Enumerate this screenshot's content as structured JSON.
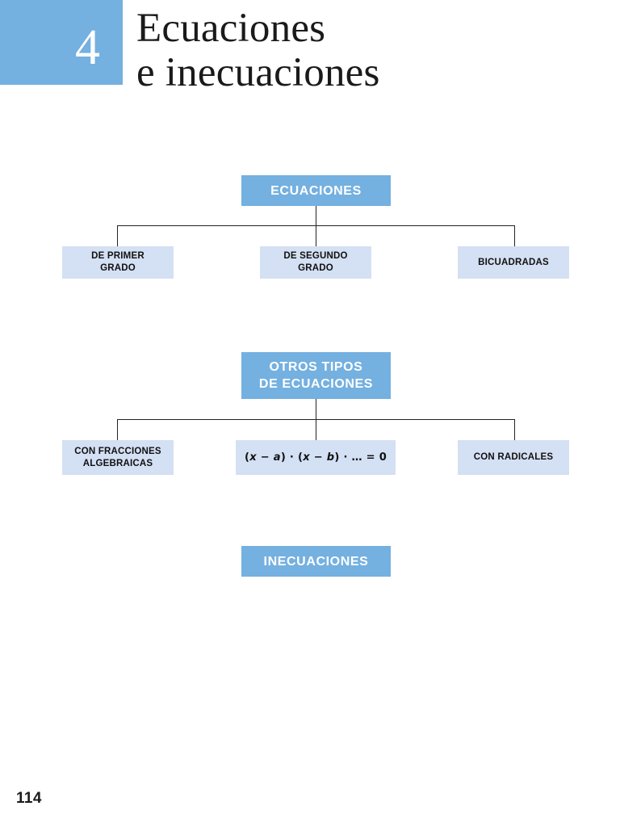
{
  "page": {
    "number": "114",
    "colors": {
      "header_blue": "#74b0e0",
      "leaf_blue": "#d4e0f3",
      "text_dark": "#111111",
      "connector": "#222222"
    }
  },
  "header": {
    "chapter_number": "4",
    "title_line1": "Ecuaciones",
    "title_line2": "e inecuaciones",
    "title": "Ecuaciones\ne inecuaciones"
  },
  "diagrams": [
    {
      "id": "ecuaciones",
      "root": "ECUACIONES",
      "children": [
        {
          "label": "DE PRIMER\nGRADO"
        },
        {
          "label": "DE SEGUNDO\nGRADO"
        },
        {
          "label": "BICUADRADAS"
        }
      ]
    },
    {
      "id": "otros-tipos-de-ecuaciones",
      "root": "OTROS TIPOS\nDE ECUACIONES",
      "children": [
        {
          "label": "CON FRACCIONES\nALGEBRAICAS"
        },
        {
          "label": "(x − a) · (x − b) · … = 0",
          "is_formula": true
        },
        {
          "label": "CON RADICALES"
        }
      ]
    },
    {
      "id": "inecuaciones",
      "root": "INECUACIONES",
      "children": []
    }
  ],
  "nodes": {
    "ecuaciones_root": "ECUACIONES",
    "de_primer_grado": "DE PRIMER\nGRADO",
    "de_segundo_grado": "DE SEGUNDO\nGRADO",
    "bicuadradas": "BICUADRADAS",
    "otros_tipos_root": "OTROS TIPOS\nDE ECUACIONES",
    "con_fracciones_algebraicas": "CON FRACCIONES\nALGEBRAICAS",
    "con_radicales": "CON RADICALES",
    "inecuaciones_root": "INECUACIONES"
  },
  "formula": {
    "full": "(x − a) · (x − b) · … = 0",
    "open1": "(",
    "var1": "x",
    "minus1": " − ",
    "a": "a",
    "close1": ")",
    "dot1": " · ",
    "open2": "(",
    "var2": "x",
    "minus2": " − ",
    "b": "b",
    "close2": ")",
    "dot2": " · ",
    "ellipsis": "…",
    "equals": " = ",
    "zero": "0"
  }
}
